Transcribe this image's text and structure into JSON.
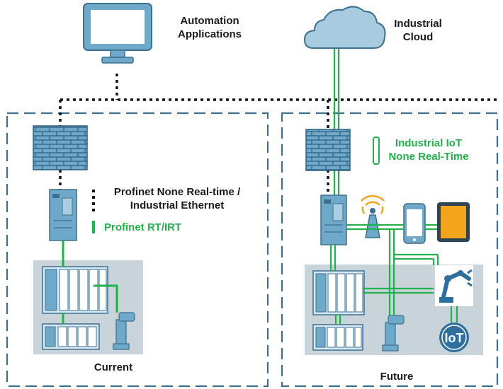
{
  "labels": {
    "automation_line1": "Automation",
    "automation_line2": "Applications",
    "cloud_line1": "Industrial",
    "cloud_line2": "Cloud",
    "legend_nrt_line1": "Profinet None Real-time /",
    "legend_nrt_line2": "Industrial Ethernet",
    "legend_rt": "Profinet RT/IRT",
    "iiot_line1": "Industrial IoT",
    "iiot_line2": "None Real-Time",
    "current": "Current",
    "future": "Future",
    "iot_badge": "IoT"
  },
  "colors": {
    "zone_border": "#3f6f8c",
    "ethernet_dotted": "#111111",
    "profinet_rt": "#22b04b",
    "device_fill": "#6fa9c9",
    "device_stroke": "#3d6f8e",
    "panel_fill": "#c9d3da",
    "tablet_fill": "#f2a51b",
    "label_dark": "#1a1a1a",
    "label_green": "#22b04b"
  },
  "icons": [
    "monitor-icon",
    "cloud-icon",
    "firewall-icon",
    "switch-icon",
    "plc-rack-icon",
    "robot-arm-icon",
    "wireless-access-point-icon",
    "smartphone-icon",
    "tablet-icon",
    "industrial-robot-icon",
    "iot-badge-icon"
  ]
}
